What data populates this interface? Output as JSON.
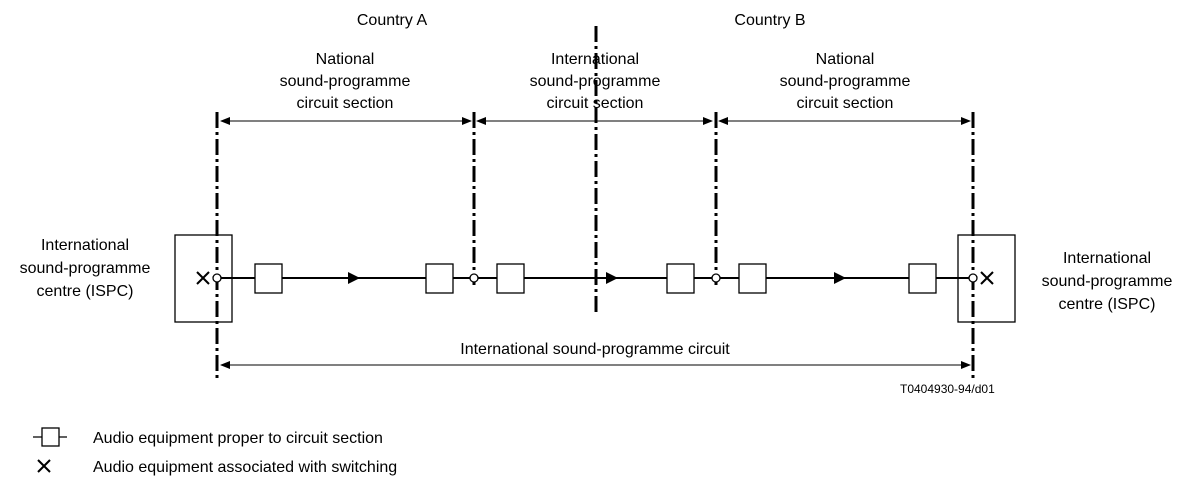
{
  "countries": {
    "a": "Country A",
    "b": "Country B"
  },
  "sections": {
    "left": [
      "National",
      "sound-programme",
      "circuit section"
    ],
    "middle": [
      "International",
      "sound-programme",
      "circuit section"
    ],
    "right": [
      "National",
      "sound-programme",
      "circuit section"
    ]
  },
  "centres": {
    "left": [
      "International",
      "sound-programme",
      "centre (ISPC)"
    ],
    "right": [
      "International",
      "sound-programme",
      "centre (ISPC)"
    ]
  },
  "circuit_label": "International sound-programme circuit",
  "figure_ref": "T0404930-94/d01",
  "legend": {
    "box_item": "Audio equipment proper to circuit section",
    "cross_item": "Audio equipment associated with switching"
  }
}
